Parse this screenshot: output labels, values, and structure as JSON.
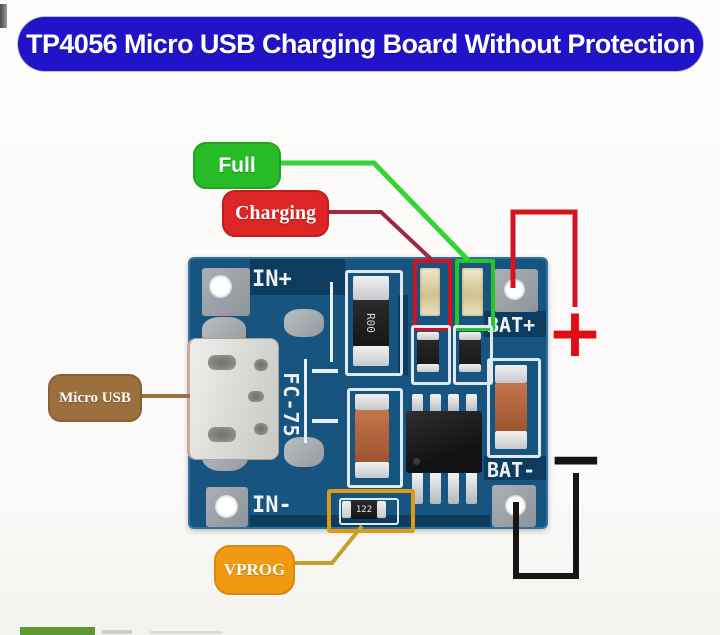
{
  "title": {
    "text": "TP4056 Micro USB Charging Board Without Protection"
  },
  "labels": {
    "full": "Full",
    "charging": "Charging",
    "micro_usb": "Micro USB",
    "vprog": "VPROG"
  },
  "board": {
    "silkscreen": {
      "in_plus": "IN+",
      "in_minus": "IN-",
      "bat_plus": "BAT+",
      "bat_minus": "BAT-",
      "connector_code": "FC-75"
    },
    "markings": {
      "center_resistor": "R00",
      "vprog_resistor": "122"
    }
  },
  "terminals": {
    "positive": "+",
    "negative": "−"
  },
  "colors": {
    "banner_bg": "#2013c8",
    "full_green": "#27bc27",
    "charging_red": "#de2525",
    "micro_usb_brown": "#9c6f3e",
    "vprog_orange": "#f09a12",
    "line_green": "#35d435",
    "line_dark_red": "#9c2b3f",
    "line_brown": "#9c6f3e",
    "line_gold": "#c7a02a",
    "wire_positive": "#d61320",
    "wire_negative": "#161616",
    "pcb_blue": "#175580",
    "led_box_red": "#cf1322",
    "led_box_green": "#27c527"
  }
}
